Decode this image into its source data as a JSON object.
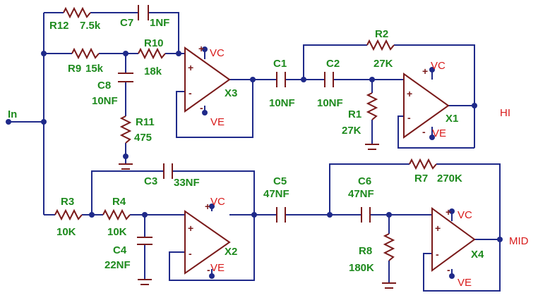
{
  "colors": {
    "wire": "#1f2a8a",
    "component": "#7a1a1a",
    "label": "#1d8a1d",
    "power": "#d81b1b"
  },
  "net_labels": {
    "input": "In",
    "high": "HI",
    "mid": "MID"
  },
  "power": {
    "vcc": "VC",
    "vee": "VE"
  },
  "opamp_signs": {
    "plus": "+",
    "minus": "-"
  },
  "opamps": [
    {
      "ref": "X3"
    },
    {
      "ref": "X1"
    },
    {
      "ref": "X2"
    },
    {
      "ref": "X4"
    }
  ],
  "components": [
    {
      "ref": "R12",
      "value": "7.5k"
    },
    {
      "ref": "C7",
      "value": "1NF"
    },
    {
      "ref": "R10",
      "value": "18k"
    },
    {
      "ref": "R9",
      "value": "15k"
    },
    {
      "ref": "C8",
      "value": "10NF"
    },
    {
      "ref": "R11",
      "value": "475"
    },
    {
      "ref": "C1",
      "value": "10NF"
    },
    {
      "ref": "C2",
      "value": "10NF"
    },
    {
      "ref": "R2",
      "value": "27K"
    },
    {
      "ref": "R1",
      "value": "27K"
    },
    {
      "ref": "C3",
      "value": "33NF"
    },
    {
      "ref": "C5",
      "value": "47NF"
    },
    {
      "ref": "C6",
      "value": "47NF"
    },
    {
      "ref": "R7",
      "value": "270K"
    },
    {
      "ref": "R3",
      "value": "10K"
    },
    {
      "ref": "R4",
      "value": "10K"
    },
    {
      "ref": "C4",
      "value": "22NF"
    },
    {
      "ref": "R8",
      "value": "180K"
    }
  ]
}
